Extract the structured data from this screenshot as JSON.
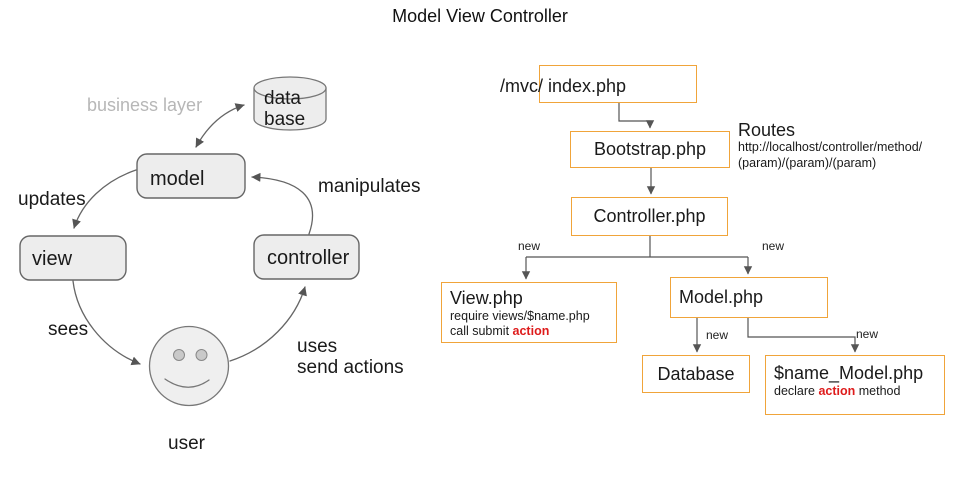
{
  "title": "Model View Controller",
  "left": {
    "business_layer": "business layer",
    "database_line1": "data",
    "database_line2": "base",
    "model": "model",
    "view": "view",
    "controller": "controller",
    "user": "user",
    "updates": "updates",
    "manipulates": "manipulates",
    "sees": "sees",
    "uses": "uses",
    "send_actions": "send actions"
  },
  "right": {
    "index_label": "/mvc/ index.php",
    "bootstrap": "Bootstrap.php",
    "routes_title": "Routes",
    "routes_line1": "http://localhost/controller/method/",
    "routes_line2": "(param)/(param)/(param)",
    "controller": "Controller.php",
    "new_label": "new",
    "view_title": "View.php",
    "view_line1": "require views/$name.php",
    "view_line2_prefix": "call submit ",
    "view_line2_highlight": "action",
    "model": "Model.php",
    "database": "Database",
    "name_model_title": "$name_Model.php",
    "name_model_prefix": "declare ",
    "name_model_highlight": "action",
    "name_model_suffix": " method"
  },
  "colors": {
    "accent_orange": "#F0A43A",
    "highlight_red": "#DE1B1B",
    "muted_gray": "#B7B7B7",
    "line_gray": "#666666",
    "shape_fill": "#EDEDED"
  }
}
